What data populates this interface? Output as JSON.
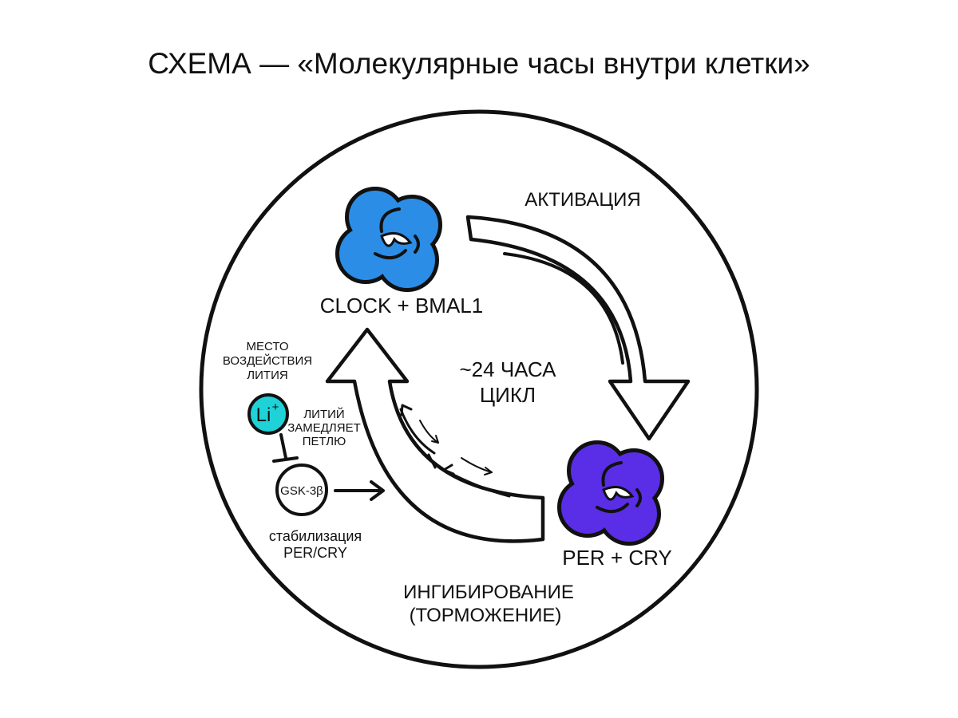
{
  "title": "СХЕМА — «Молекулярные часы внутри клетки»",
  "labels": {
    "activation": "АКТИВАЦИЯ",
    "clock_bmal": "CLOCK + BMAL1",
    "per_cry": "PER + CRY",
    "cycle_line1": "~24 ЧАСА",
    "cycle_line2": "ЦИКЛ",
    "inhibition_line1": "ИНГИБИРОВАНИЕ",
    "inhibition_line2": "(ТОРМОЖЕНИЕ)",
    "lithium_site_line1": "МЕСТО",
    "lithium_site_line2": "ВОЗДЕЙСТВИЯ",
    "lithium_site_line3": "ЛИТИЯ",
    "lithium_symbol": "Li",
    "lithium_charge": "+",
    "lithium_slows_line1": "ЛИТИЙ",
    "lithium_slows_line2": "ЗАМЕДЛЯЕТ",
    "lithium_slows_line3": "ПЕТЛЮ",
    "gsk": "GSK-3β",
    "stabilization_line1": "стабилизация",
    "stabilization_line2": "PER/CRY"
  },
  "colors": {
    "clock_bmal": "#2b8de6",
    "per_cry": "#5a2ee6",
    "lithium": "#1fd2d8",
    "ink": "#111111"
  },
  "icons": {
    "clock_bmal": "protein-cluster-icon",
    "per_cry": "protein-cluster-icon",
    "lithium": "ion-circle-icon"
  }
}
